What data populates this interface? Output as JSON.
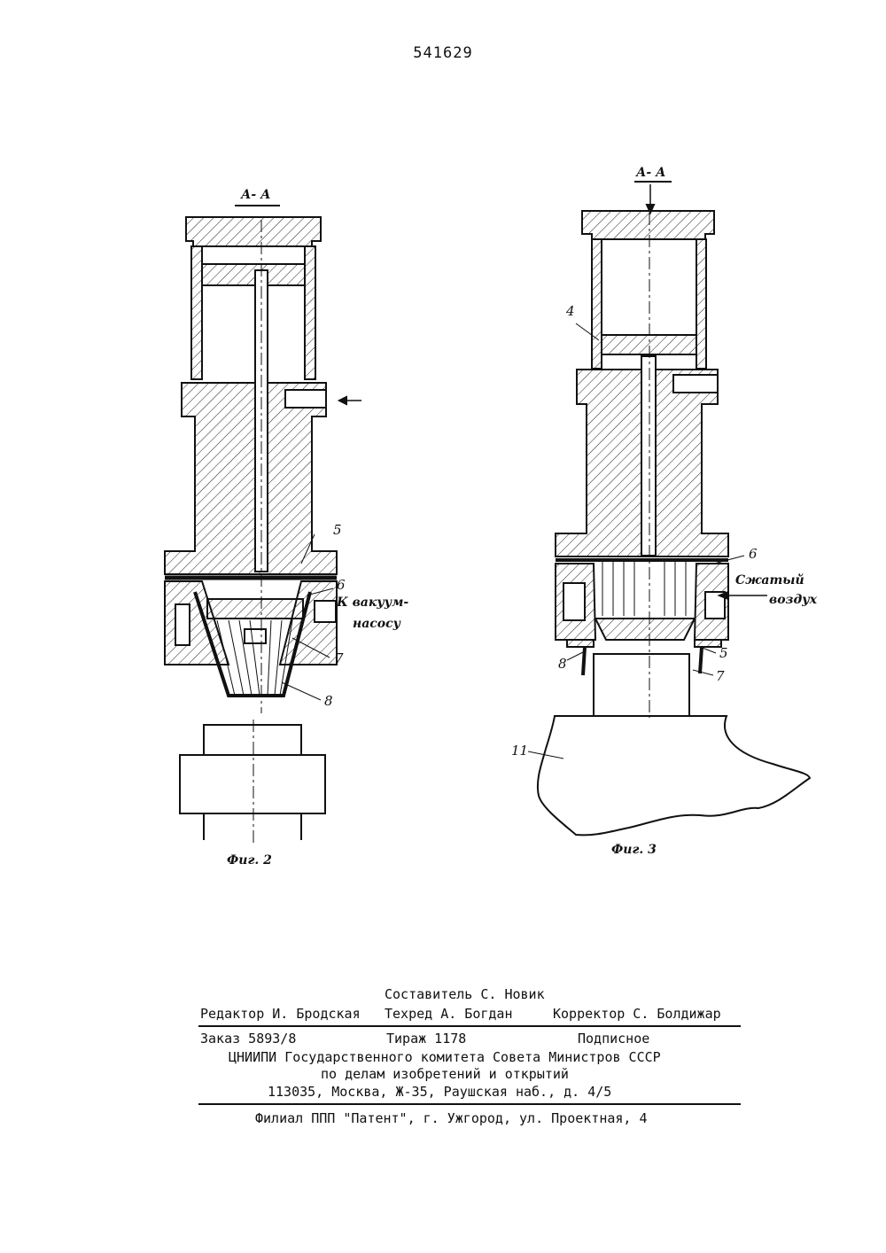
{
  "header": {
    "patent_number": "541629"
  },
  "figure2": {
    "section_label": "А- А",
    "callouts": [
      "5",
      "6",
      "7",
      "8"
    ],
    "annotation_vacuum": [
      "К вакуум-",
      "насосу"
    ],
    "caption": "Фиг. 2"
  },
  "figure3": {
    "section_label": "А- А",
    "callouts": [
      "4",
      "6",
      "8",
      "5",
      "7",
      "11"
    ],
    "annotation_air": [
      "Сжатый",
      "воздух"
    ],
    "caption": "Фиг. 3"
  },
  "colophon": {
    "compiler": "Составитель С. Новик",
    "editor": "Редактор И. Бродская",
    "techred": "Техред  А. Богдан",
    "corrector": "Корректор С. Болдижар",
    "order": "Заказ 5893/8",
    "circulation": "Тираж 1178",
    "subscription": "Подписное",
    "org_line1": "ЦНИИПИ Государственного комитета Совета Министров СССР",
    "org_line2": "по делам изобретений и открытий",
    "address": "113035, Москва, Ж-35, Раушская наб., д. 4/5",
    "branch": "Филиал ППП \"Патент\", г. Ужгород, ул. Проектная, 4"
  }
}
